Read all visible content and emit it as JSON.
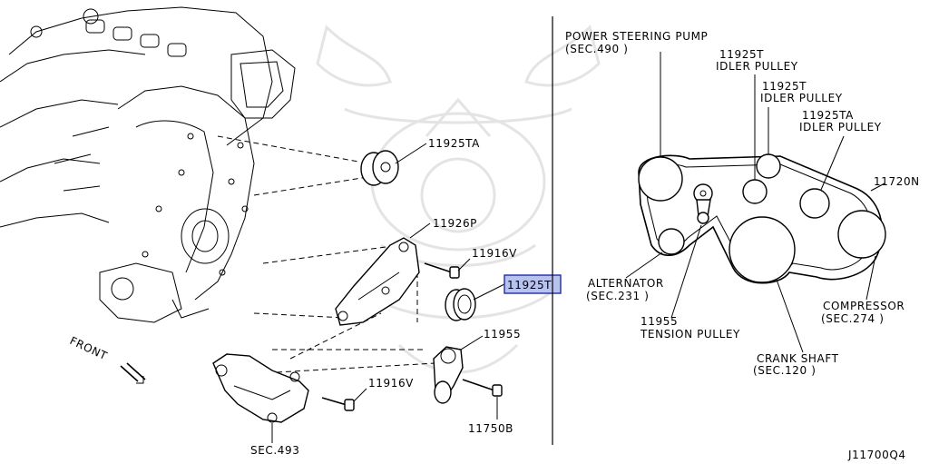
{
  "labels": {
    "left": {
      "part_11925ta": "11925TA",
      "part_11926p": "11926P",
      "part_11916v_top": "11916V",
      "part_11925t_highlight": "11925T",
      "part_11955": "11955",
      "part_11916v_bottom": "11916V",
      "part_11750b": "11750B",
      "sec_493": "SEC.493",
      "front": "FRONT"
    },
    "right": {
      "ps_pump_line1": "POWER STEERING PUMP",
      "ps_pump_line2": "(SEC.490 )",
      "idler1_line1": "11925T",
      "idler1_line2": "IDLER PULLEY",
      "idler2_line1": "11925T",
      "idler2_line2": "IDLER PULLEY",
      "idler3_line1": "11925TA",
      "idler3_line2": "IDLER PULLEY",
      "belt": "11720N",
      "alternator_line1": "ALTERNATOR",
      "alternator_line2": "(SEC.231 )",
      "compressor_line1": "COMPRESSOR",
      "compressor_line2": "(SEC.274 )",
      "tension_line1": "11955",
      "tension_line2": "TENSION PULLEY",
      "crank_line1": "CRANK SHAFT",
      "crank_line2": "(SEC.120 )"
    },
    "diagram_code": "J11700Q4"
  },
  "colors": {
    "highlight_fill": "#b8c2ee",
    "highlight_stroke": "#1f2fa8",
    "watermark": "#e4e4e4"
  }
}
